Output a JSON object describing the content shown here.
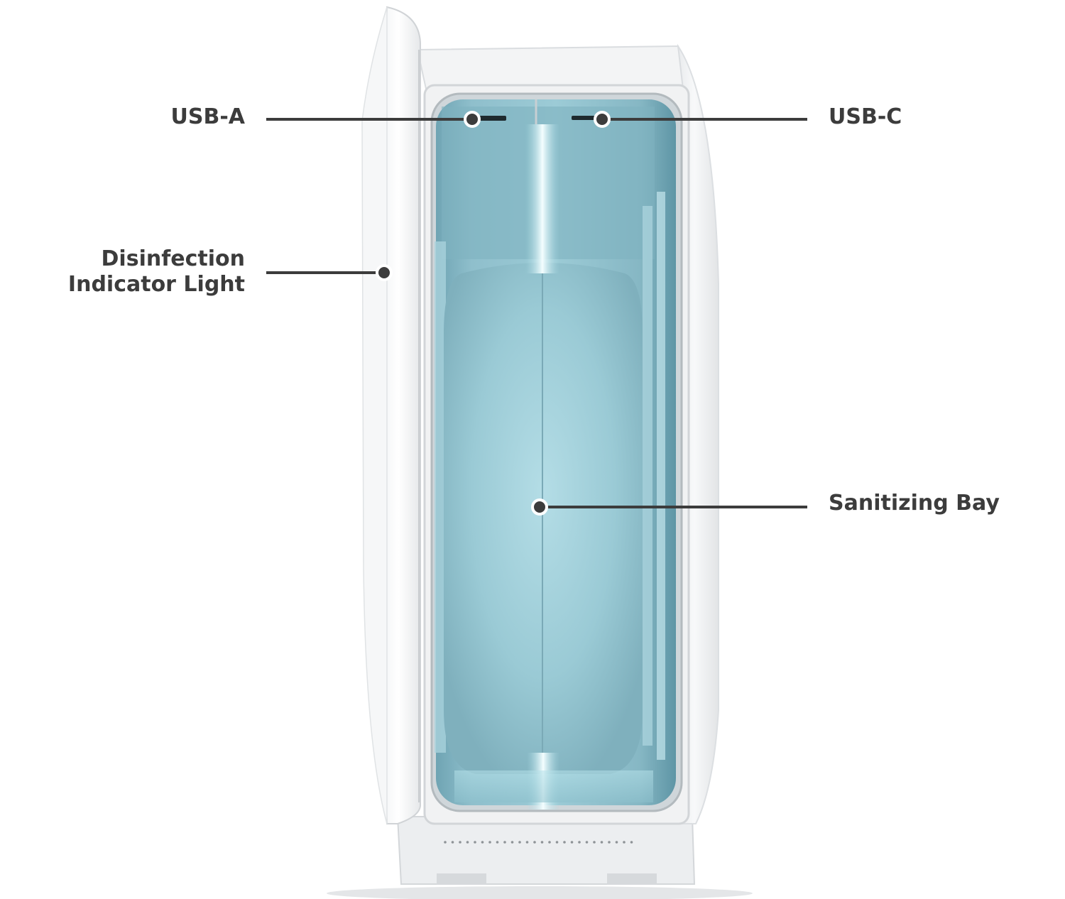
{
  "labels": {
    "usb_a": "USB-A",
    "usb_c": "USB-C",
    "disinfection_line1": "Disinfection",
    "disinfection_line2": "Indicator Light",
    "sanitizing_bay": "Sanitizing Bay"
  },
  "colors": {
    "label_text": "#3c3c3c",
    "callout_line": "#3c3c3c",
    "bay_tint": "#8fbecb",
    "body_white": "#f4f5f6",
    "uv_light": "#e8fbff"
  }
}
